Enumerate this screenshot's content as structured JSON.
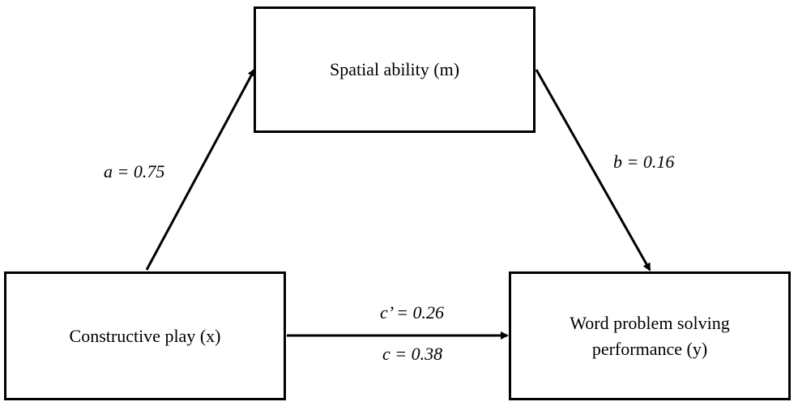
{
  "nodes": {
    "mediator": {
      "line1": "Spatial ability (m)"
    },
    "predictor": {
      "line1": "Constructive play (x)"
    },
    "outcome": {
      "line1": "Word problem solving",
      "line2": "performance (y)"
    }
  },
  "paths": {
    "a": {
      "var": "a",
      "value": "0.75"
    },
    "b": {
      "var": "b",
      "value": "0.16"
    },
    "c_prime": {
      "var": "c’",
      "value": "0.26"
    },
    "c": {
      "var": "c",
      "value": "0.38"
    }
  },
  "colors": {
    "line": "#000000",
    "background": "#ffffff"
  }
}
